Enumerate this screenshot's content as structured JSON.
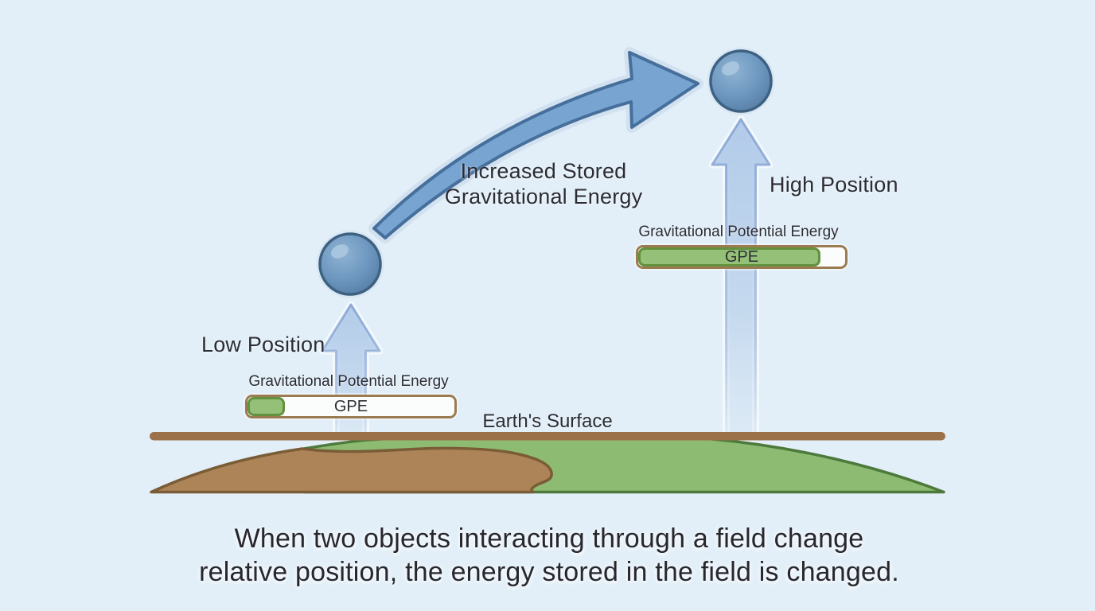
{
  "arrow_label": {
    "line1": "Increased Stored",
    "line2": "Gravitational Energy"
  },
  "positions": {
    "high": "High Position",
    "low": "Low Position"
  },
  "energy_bars": {
    "low": {
      "title": "Gravitational Potential Energy",
      "value_label": "GPE",
      "fill_percent": 18
    },
    "high": {
      "title": "Gravitational Potential Energy",
      "value_label": "GPE",
      "fill_percent": 88
    }
  },
  "ground": {
    "surface_label": "Earth's Surface"
  },
  "caption": {
    "line1": "When two objects interacting through a field change",
    "line2": "relative position, the energy stored in the field is changed."
  },
  "icons": {
    "curved_arrow": "curved-rise-arrow",
    "up_arrow_low": "upward-arrow",
    "up_arrow_high": "upward-arrow",
    "ball_low": "blue-sphere",
    "ball_high": "blue-sphere"
  },
  "colors": {
    "background": "#E2EFF8",
    "arrow_fill": "#78A4D2",
    "arrow_outline": "#466F9B",
    "up_arrow_fill": "#B3CCE9",
    "ball_main": "#6E98C0",
    "ball_rim": "#3E6181",
    "bar_border": "#9B7B51",
    "bar_fill_green": "#95C077",
    "earth_line": "#9A7149",
    "hill_green": "#8DBB72",
    "hill_brown": "#AD8458",
    "text": "#2c2c34"
  }
}
